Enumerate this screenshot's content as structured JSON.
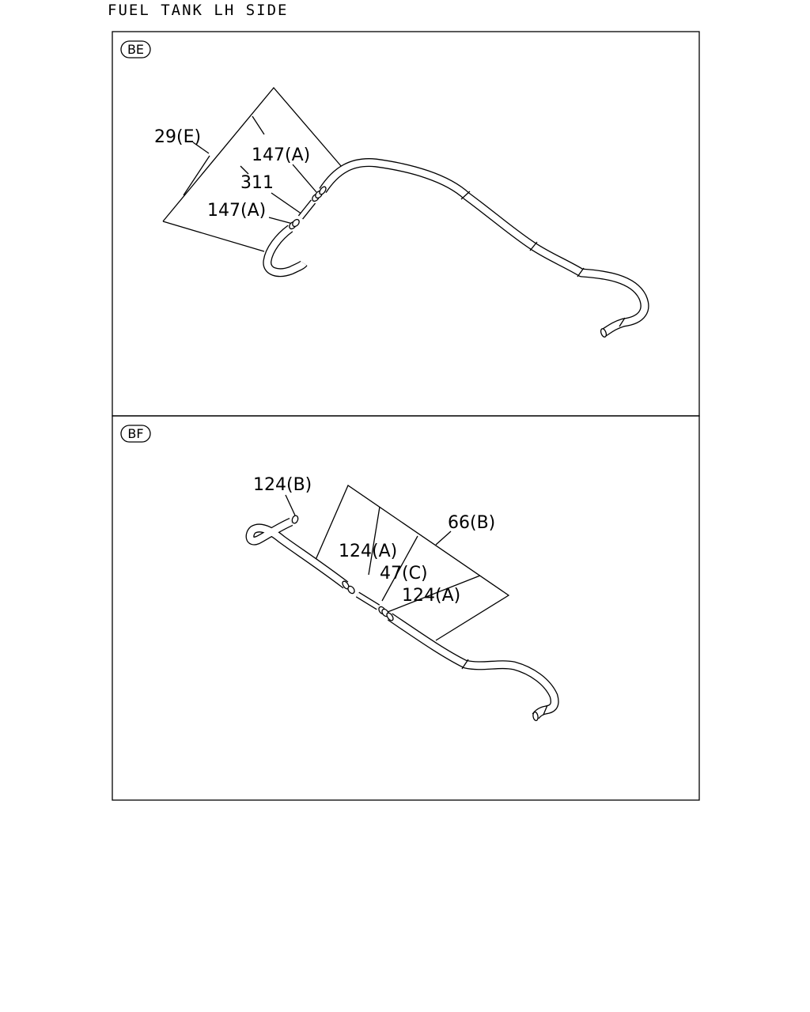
{
  "title": "FUEL TANK LH SIDE",
  "sections": [
    {
      "tag": "BE",
      "labels": [
        "29(E)",
        "147(A)",
        "311",
        "147(A)"
      ]
    },
    {
      "tag": "BF",
      "labels": [
        "124(B)",
        "66(B)",
        "124(A)",
        "47(C)",
        "124(A)"
      ]
    }
  ]
}
